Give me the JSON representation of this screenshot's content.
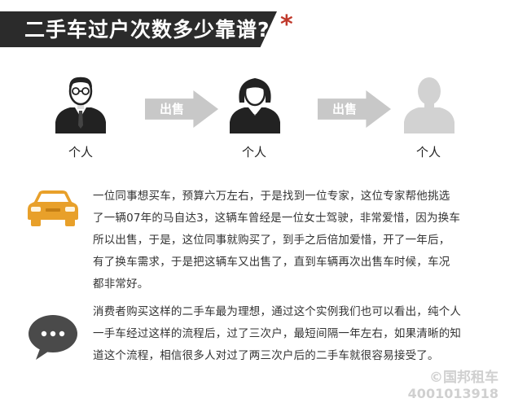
{
  "title": {
    "text": "二手车过户次数多少靠谱?",
    "star": "*"
  },
  "flow": {
    "people": [
      {
        "label": "个人",
        "icon": "businessman-icon"
      },
      {
        "label": "个人",
        "icon": "businesswoman-icon"
      },
      {
        "label": "个人",
        "icon": "person-silhouette-icon"
      }
    ],
    "arrows": [
      {
        "label": "出售"
      },
      {
        "label": "出售"
      }
    ]
  },
  "sections": [
    {
      "icon": "car-icon",
      "lines": [
        "一位同事想买车，预算六万左右，于是找到一位专家，这位专家帮他挑选",
        "了一辆07年的马自达3，这辆车曾经是一位女士驾驶，非常爱惜，因为换车",
        "所以出售，于是，这位同事就购买了，到手之后倍加爱惜，开了一年后，",
        "有了换车需求，于是把这辆车又出售了，直到车辆再次出售车时候，车况",
        "都非常好。"
      ]
    },
    {
      "icon": "speech-bubble-icon",
      "lines": [
        "消费者购买这样的二手车最为理想，通过这个实例我们也可以看出，纯个人",
        "一手车经过这样的流程后，过了三次户，最短间隔一年左右，如果清晰的知",
        "道这个流程，相信很多人对过了两三次户后的二手车就很容易接受了。"
      ]
    }
  ],
  "watermark": {
    "brand": "©国邦租车",
    "phone": "4001013918"
  },
  "colors": {
    "accent": "#e8a02a",
    "title_bg": "#2b2b2b",
    "star": "#c0392b",
    "arrow": "#c8c8c8",
    "bubble": "#4a4a4a",
    "icon_dark": "#222222",
    "icon_faded": "#d2d2d2"
  }
}
